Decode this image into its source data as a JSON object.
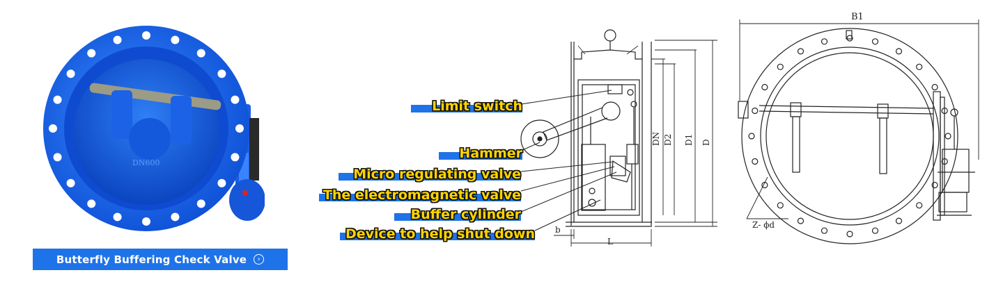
{
  "product_button": {
    "label": "Butterfly Buffering Check Valve",
    "icon": "circle-chevron-right-icon"
  },
  "valve_marking": "DN600",
  "callouts": [
    {
      "label": "Limit switch"
    },
    {
      "label": "Hammer"
    },
    {
      "label": "Micro regulating valve"
    },
    {
      "label": "The electromagnetic valve"
    },
    {
      "label": "Buffer cylinder"
    },
    {
      "label": "Device to help shut down"
    }
  ],
  "side_dimensions": {
    "dn": "DN",
    "d2": "D2",
    "d1": "D1",
    "d": "D",
    "b": "b",
    "l": "L"
  },
  "front_dimensions": {
    "b1": "B1",
    "holes": "Z- ϕd"
  },
  "colors": {
    "valve_blue": "#1b6ff0",
    "accent": "#1e73e8",
    "callout_text": "#ffd400"
  }
}
